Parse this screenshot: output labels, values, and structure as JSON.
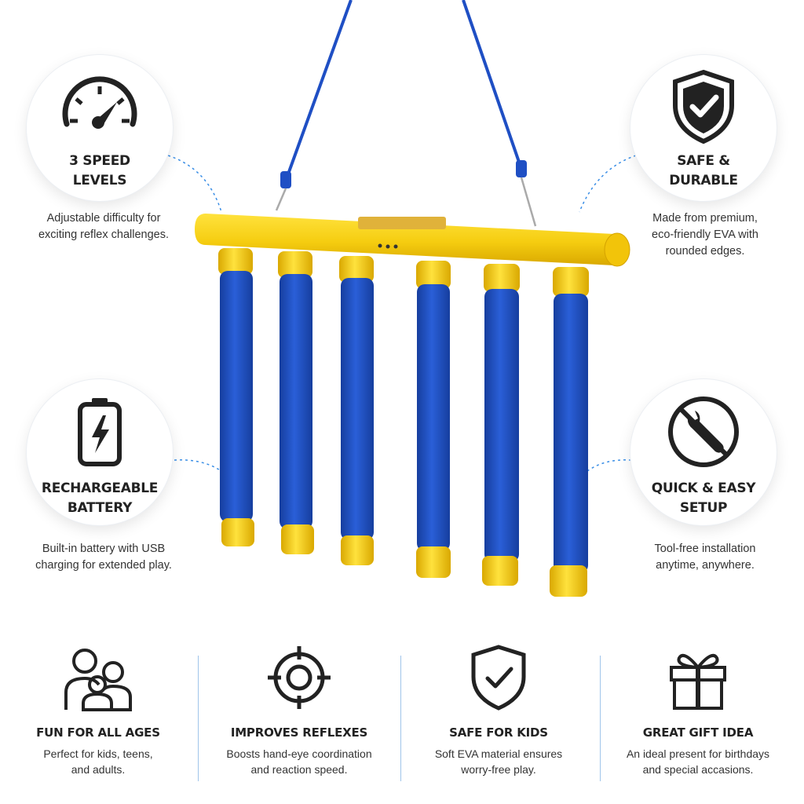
{
  "features_top": [
    {
      "title": "3 SPEED\nLEVELS",
      "icon": "speedometer-icon",
      "description": "Adjustable difficulty for\nexciting reflex challenges."
    },
    {
      "title": "SAFE &\nDURABLE",
      "icon": "shield-check-icon",
      "description": "Made from premium,\neco-friendly EVA with\nrounded edges."
    },
    {
      "title": "RECHARGEABLE\nBATTERY",
      "icon": "battery-icon",
      "description": "Built-in battery with USB\ncharging for extended play."
    },
    {
      "title": "QUICK & EASY\nSETUP",
      "icon": "no-tools-icon",
      "description": "Tool-free installation\nanytime, anywhere."
    }
  ],
  "features_bottom": [
    {
      "title": "FUN FOR ALL AGES",
      "icon": "family-icon",
      "description": "Perfect for kids, teens,\nand adults."
    },
    {
      "title": "IMPROVES REFLEXES",
      "icon": "target-icon",
      "description": "Boosts hand-eye coordination\nand reaction speed."
    },
    {
      "title": "SAFE FOR KIDS",
      "icon": "shield-check-icon",
      "description": "Soft EVA material ensures\nworry-free play."
    },
    {
      "title": "GREAT GIFT IDEA",
      "icon": "gift-icon",
      "description": "An ideal present for birthdays\nand special accasions."
    }
  ],
  "colors": {
    "accent_line": "#3a8ee6",
    "product_yellow": "#f7d21a",
    "product_blue": "#1f4fc4",
    "divider": "#9fc4ea"
  }
}
